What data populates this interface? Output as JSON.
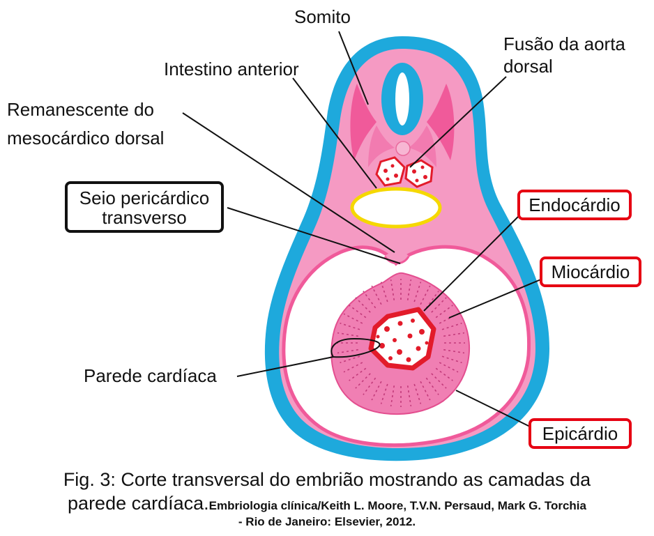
{
  "labels": {
    "somito": "Somito",
    "intestino": "Intestino anterior",
    "fusao_1": "Fusão da aorta",
    "fusao_2": "dorsal",
    "remanescente_1": "Remanescente do",
    "remanescente_2": "mesocárdico dorsal",
    "seio_1": "Seio pericárdico",
    "seio_2": "transverso",
    "endocardio": "Endocárdio",
    "miocardio": "Miocárdio",
    "parede": "Parede cardíaca",
    "epicardio": "Epicárdio"
  },
  "caption": {
    "line1": "Fig. 3: Corte transversal do embrião mostrando as camadas da",
    "line2_main": "parede cardíaca.",
    "line2_ref": "Embriologia clínica/Keith L. Moore, T.V.N. Persaud, Mark G. Torchia",
    "line3": "- Rio de Janeiro: Elsevier, 2012."
  },
  "colors": {
    "ectoderm_blue": "#1ea9dc",
    "tissue_pink": "#f59ac3",
    "somite_pink": "#f05a9a",
    "myocardium_pink": "#f07fb3",
    "gut_yellow": "#f5d800",
    "endocardium_red": "#e21b2a",
    "highlight_box_red": "#e60012"
  }
}
